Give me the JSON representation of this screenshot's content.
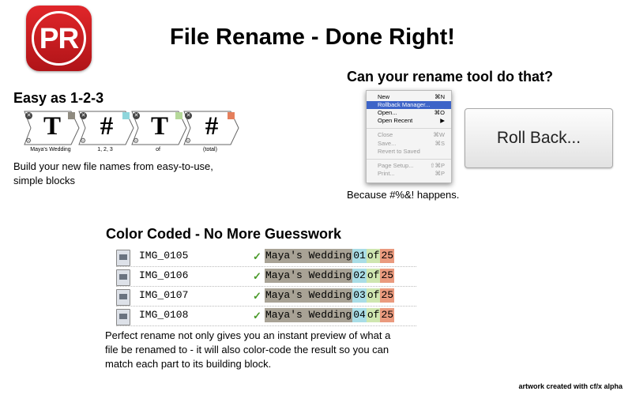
{
  "logo": {
    "text": "PR"
  },
  "title": "File Rename - Done Right!",
  "easy": {
    "heading": "Easy as 1-2-3",
    "description_line1": "Build your new file names from easy-to-use,",
    "description_line2": "simple blocks",
    "blocks": [
      {
        "glyph": "T",
        "label": "Maya's Wedding",
        "tab_color": "#8f8b80"
      },
      {
        "glyph": "#",
        "label": "1, 2, 3",
        "tab_color": "#8fd6dc"
      },
      {
        "glyph": "T",
        "label": "of",
        "tab_color": "#b6d99a"
      },
      {
        "glyph": "#",
        "label": "(total)",
        "tab_color": "#e57f5c"
      }
    ]
  },
  "rollback": {
    "heading": "Can your rename tool do that?",
    "menu": [
      {
        "label": "New",
        "shortcut": "⌘N"
      },
      {
        "label": "Rollback Manager...",
        "shortcut": ""
      },
      {
        "label": "Open...",
        "shortcut": "⌘O"
      },
      {
        "label": "Open Recent",
        "shortcut": "▶"
      },
      {
        "label": "Close",
        "shortcut": "⌘W"
      },
      {
        "label": "Save...",
        "shortcut": "⌘S"
      },
      {
        "label": "Revert to Saved",
        "shortcut": ""
      },
      {
        "label": "Page Setup...",
        "shortcut": "⇧⌘P"
      },
      {
        "label": "Print...",
        "shortcut": "⌘P"
      }
    ],
    "button_label": "Roll Back...",
    "caption": "Because #%&! happens."
  },
  "color": {
    "heading": "Color Coded - No More Guesswork",
    "rows": [
      {
        "name": "IMG_0105",
        "check": "✓",
        "part1": "Maya's Wedding",
        "part2": "01",
        "part3": "of",
        "part4": "25"
      },
      {
        "name": "IMG_0106",
        "check": "✓",
        "part1": "Maya's Wedding",
        "part2": "02",
        "part3": "of",
        "part4": "25"
      },
      {
        "name": "IMG_0107",
        "check": "✓",
        "part1": "Maya's Wedding",
        "part2": "03",
        "part3": "of",
        "part4": "25"
      },
      {
        "name": "IMG_0108",
        "check": "✓",
        "part1": "Maya's Wedding",
        "part2": "04",
        "part3": "of",
        "part4": "25"
      }
    ],
    "desc_line1": "Perfect rename not only gives you an instant preview of what a",
    "desc_line2": "file be renamed to - it will also color-code the result so you can",
    "desc_line3": "match each part to its building block."
  },
  "footer": "artwork created with cf/x alpha"
}
